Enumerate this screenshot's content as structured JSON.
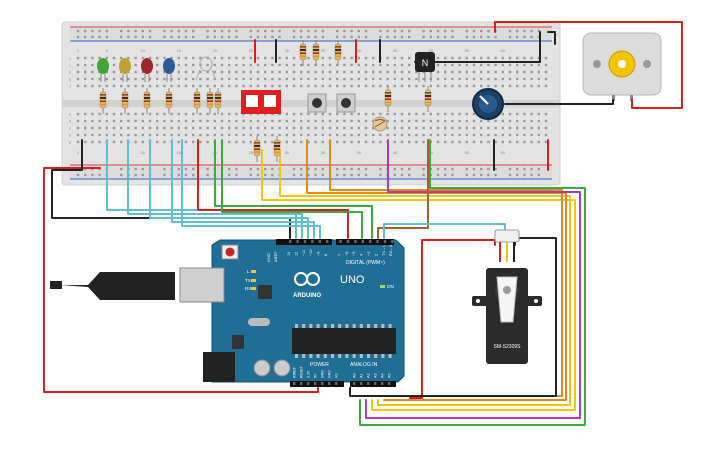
{
  "arduino": {
    "brand": "ARDUINO",
    "model": "UNO",
    "digital_header": "DIGITAL (PWM~)",
    "power_header": "POWER",
    "analog_header": "ANALOG IN",
    "led_l": "L",
    "led_tx": "TX",
    "led_rx": "RX",
    "led_on": "ON",
    "aref": "AREF",
    "gnd": "GND",
    "digital_pins": [
      "13",
      "12",
      "~11",
      "~10",
      "~9",
      "8",
      "7",
      "~6",
      "~5",
      "4",
      "~3",
      "2",
      "TX→1",
      "RX←0"
    ],
    "power_pins": [
      "IOREF",
      "RESET",
      "3.3V",
      "5V",
      "GND",
      "GND",
      "Vin"
    ],
    "analog_pins": [
      "A0",
      "A1",
      "A2",
      "A3",
      "A4",
      "A5"
    ]
  },
  "transistor": {
    "label": "N"
  },
  "servo": {
    "label": "SM-S2309S"
  },
  "breadboard": {
    "row_letters_top": [
      "j",
      "i",
      "h",
      "g",
      "f"
    ],
    "row_letters_bottom": [
      "e",
      "d",
      "c",
      "b",
      "a"
    ],
    "column_numbers": [
      "1",
      "5",
      "10",
      "15",
      "20",
      "25",
      "30",
      "35",
      "40",
      "45",
      "50",
      "55",
      "60"
    ]
  },
  "colors": {
    "board_blue": "#1f6e96",
    "breadboard": "#e8e8e8",
    "wire_red": "#d62020",
    "wire_black": "#222222",
    "wire_cyan": "#5fbfcf",
    "wire_yellow": "#f2c511",
    "wire_orange": "#e08a1e",
    "wire_green": "#3daa3d",
    "wire_purple": "#b03ab0",
    "wire_brown": "#a0622b"
  }
}
